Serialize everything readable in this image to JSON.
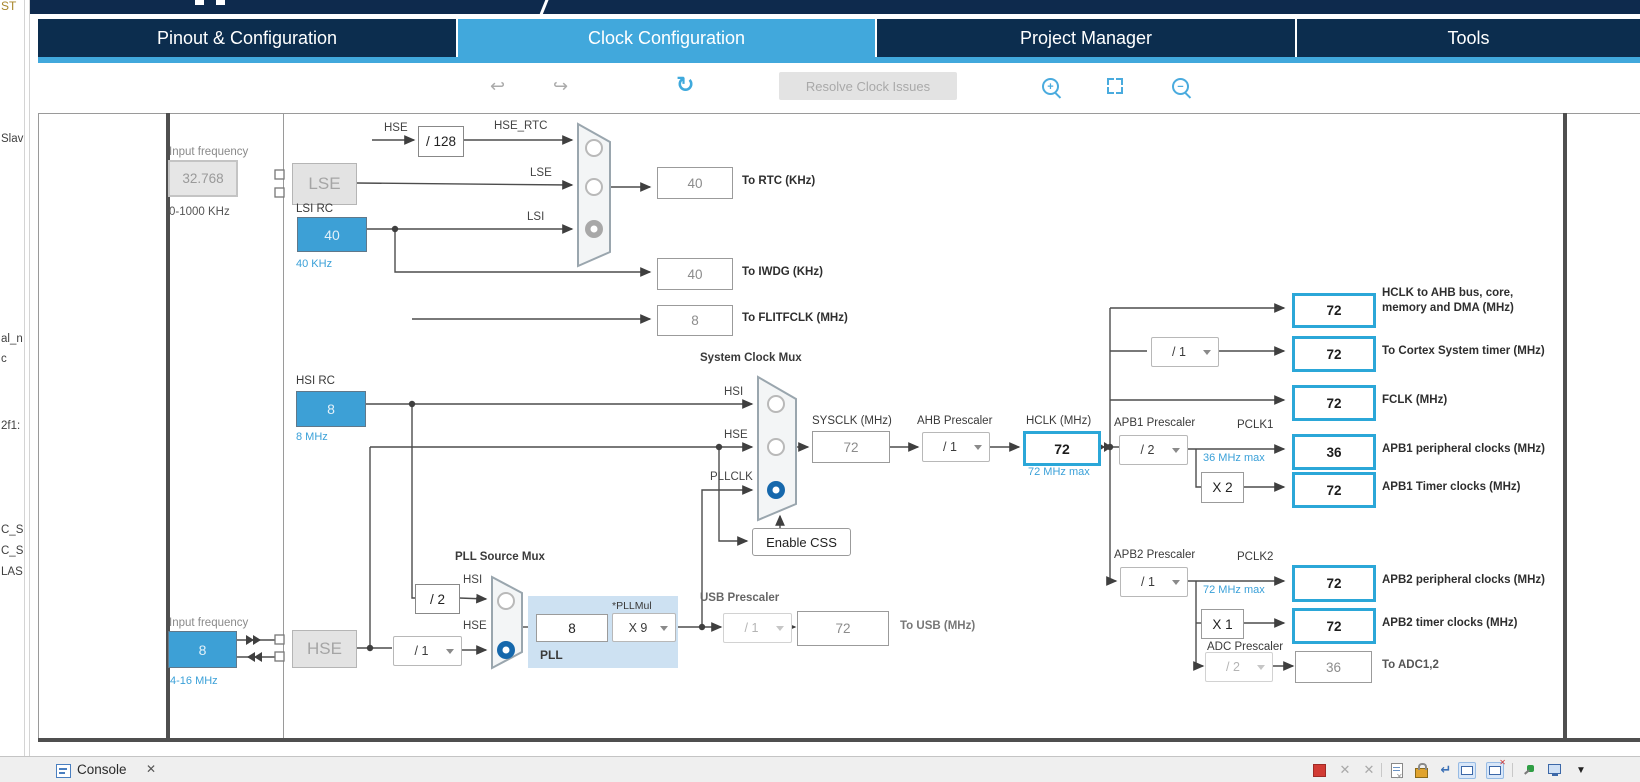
{
  "window": {
    "fragments": [
      "ST",
      "Slav",
      "al_n",
      "c",
      "2f1:",
      "C_S",
      "C_S",
      "LAS"
    ],
    "console": {
      "tab_label": "Console"
    }
  },
  "icons": {
    "close": "✕",
    "undo": "↩",
    "redo": "↪",
    "refresh": "↻",
    "multiply": "✕",
    "wrap": "↵",
    "dropdown_arrow": "▼",
    "plus": "+",
    "minus": "−"
  },
  "tabs": [
    {
      "label": "Pinout & Configuration",
      "active": false
    },
    {
      "label": "Clock Configuration",
      "active": true
    },
    {
      "label": "Project Manager",
      "active": false
    },
    {
      "label": "Tools",
      "active": false
    }
  ],
  "toolbar": {
    "resolve_button": "Resolve Clock Issues"
  },
  "colors": {
    "accent_blue": "#41a8dc",
    "navy": "#0c2d4e",
    "box_highlight": "#2ba7d8",
    "source_fill": "#3da0d6",
    "pll_fill": "#cde1f2"
  },
  "diagram": {
    "labels": {
      "hse": "HSE",
      "hsi": "HSI",
      "lse": "LSE",
      "lsi": "LSI",
      "hse_rtc": "HSE_RTC",
      "pllclk": "PLLCLK",
      "pclk1": "PCLK1",
      "pclk2": "PCLK2"
    },
    "lse_input": {
      "label": "Input frequency",
      "value": "32.768",
      "range": "0-1000 KHz",
      "button": "LSE"
    },
    "lsi": {
      "title": "LSI RC",
      "value": "40",
      "freq": "40 KHz"
    },
    "rtc_divider": "/ 128",
    "outputs": {
      "rtc": {
        "value": "40",
        "label": "To RTC (KHz)"
      },
      "iwdg": {
        "value": "40",
        "label": "To IWDG (KHz)"
      },
      "flitf": {
        "value": "8",
        "label": "To FLITFCLK (MHz)"
      }
    },
    "hsi_rc": {
      "title": "HSI RC",
      "value": "8",
      "freq": "8 MHz"
    },
    "sys_mux_title": "System Clock Mux",
    "sysclk": {
      "label": "SYSCLK (MHz)",
      "value": "72"
    },
    "ahb": {
      "label": "AHB Prescaler",
      "value": "/ 1"
    },
    "hclk": {
      "label": "HCLK (MHz)",
      "value": "72",
      "max": "72 MHz max"
    },
    "enable_css": "Enable CSS",
    "pll_mux_title": "PLL Source Mux",
    "pll": {
      "hsi_div": "/ 2",
      "hse_div": "/ 1",
      "input_value": "8",
      "mul_label": "*PLLMul",
      "mul_value": "X 9",
      "block_label": "PLL"
    },
    "usb": {
      "label": "USB Prescaler",
      "prescaler": "/ 1",
      "value": "72",
      "out_label": "To USB (MHz)"
    },
    "hse_input": {
      "label": "Input frequency",
      "value": "8",
      "range": "4-16 MHz",
      "button": "HSE"
    },
    "ahb_outputs": {
      "bus": {
        "value": "72",
        "label_line1": "HCLK to AHB bus, core,",
        "label_line2": "memory and DMA (MHz)"
      },
      "cortex": {
        "prescaler": "/ 1",
        "value": "72",
        "label": "To Cortex System timer (MHz)"
      },
      "fclk": {
        "value": "72",
        "label": "FCLK (MHz)"
      }
    },
    "apb1": {
      "prescaler_label": "APB1 Prescaler",
      "prescaler": "/ 2",
      "max": "36 MHz max",
      "value": "36",
      "label": "APB1 peripheral clocks (MHz)",
      "mult": "X 2",
      "timer_value": "72",
      "timer_label": "APB1 Timer clocks (MHz)"
    },
    "apb2": {
      "prescaler_label": "APB2 Prescaler",
      "prescaler": "/ 1",
      "max": "72 MHz max",
      "value": "72",
      "label": "APB2 peripheral clocks (MHz)",
      "mult": "X 1",
      "timer_value": "72",
      "timer_label": "APB2 timer clocks (MHz)"
    },
    "adc": {
      "prescaler_label": "ADC Prescaler",
      "prescaler": "/ 2",
      "value": "36",
      "label": "To ADC1,2"
    }
  }
}
